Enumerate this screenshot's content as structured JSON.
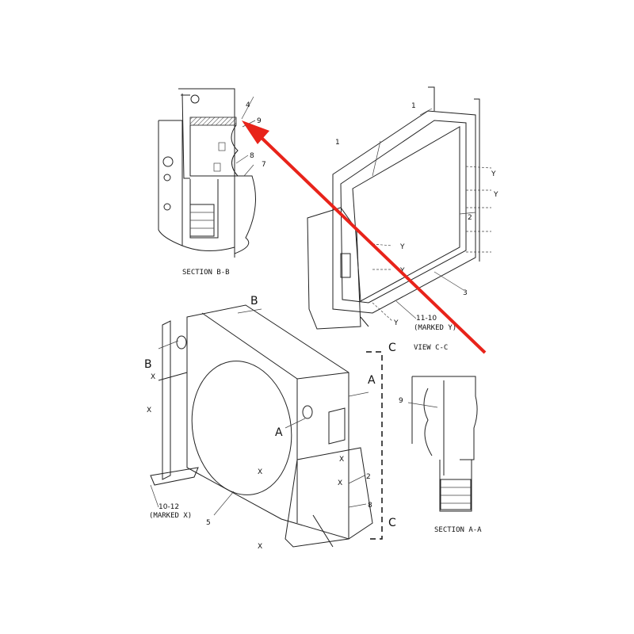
{
  "colors": {
    "arrow": "#e8231a",
    "line": "#222222",
    "background": "#ffffff"
  },
  "section_bb": {
    "caption": "SECTION B-B",
    "callouts": [
      "4",
      "9",
      "8",
      "7"
    ]
  },
  "view_cc": {
    "caption": "VIEW C-C",
    "callouts": [
      "1",
      "1",
      "2",
      "3"
    ],
    "fastener_label": "11-10",
    "fastener_note": "(MARKED Y)",
    "marker": "Y"
  },
  "main_view": {
    "section_letters": [
      "B",
      "B",
      "A",
      "A",
      "C",
      "C"
    ],
    "callouts": [
      "2",
      "8",
      "5"
    ],
    "fastener_label": "10-12",
    "fastener_note": "(MARKED X)",
    "marker": "X"
  },
  "section_aa": {
    "caption": "SECTION A-A",
    "callouts": [
      "9"
    ]
  }
}
